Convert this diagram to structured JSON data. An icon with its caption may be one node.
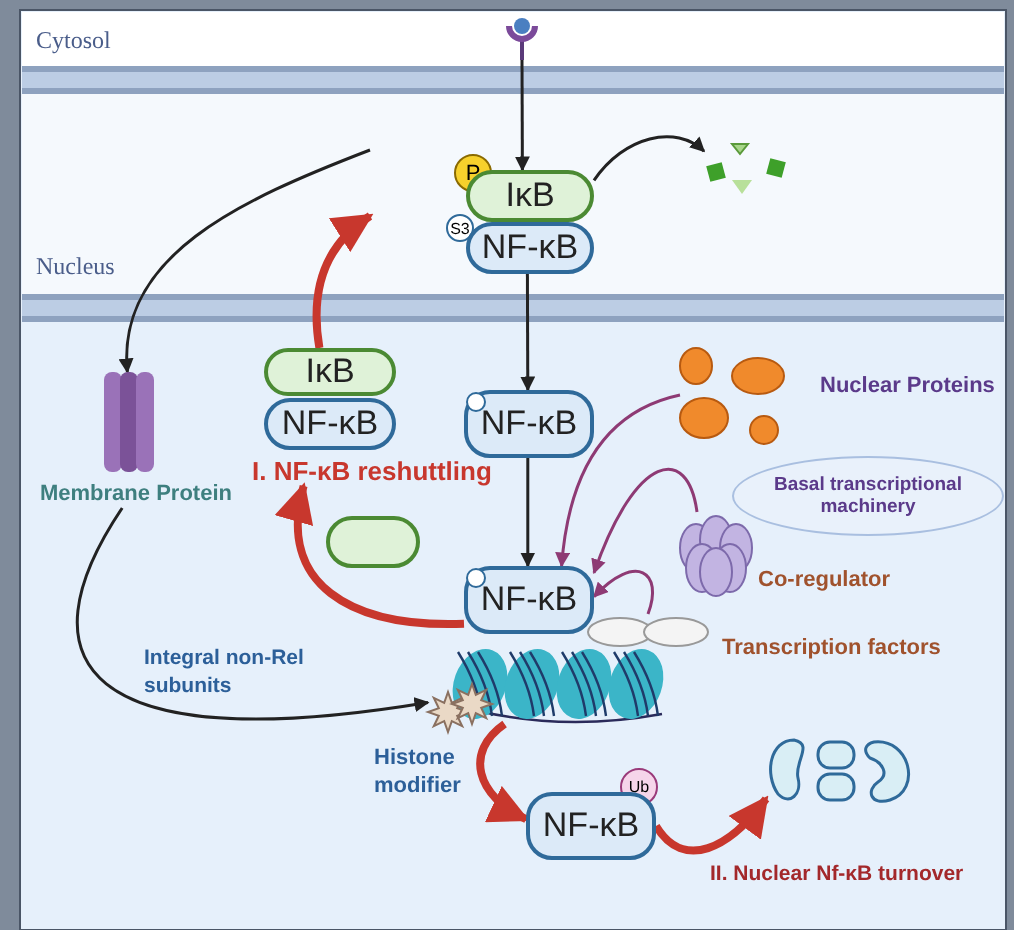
{
  "diagram": {
    "nodes": [
      {
        "text": [],
        "shape": "picture"
      },
      {
        "text": [
          "P"
        ]
      },
      {
        "text": [
          "IκB"
        ]
      },
      {
        "text": [
          "S3"
        ]
      },
      {
        "text": [
          "NF-κB"
        ]
      },
      {
        "text": [],
        "shape": "picture"
      },
      {
        "text": [],
        "shape": "picture",
        "beside": [
          "Membrane Protein"
        ]
      },
      {
        "text": [
          "IκB"
        ]
      },
      {
        "text": [
          "NF-κB"
        ],
        "beside": [
          "I. NF-κB reshuttling"
        ]
      },
      {
        "text": [],
        "shape": "box"
      },
      {
        "text": [
          "NF-κB"
        ]
      },
      {
        "text": [
          "NF-κB"
        ]
      },
      {
        "text": [],
        "shape": "picture",
        "beside": [
          "Nuclear Proteins"
        ]
      },
      {
        "text": [
          "Basal transcriptional machinery"
        ]
      },
      {
        "text": [],
        "shape": "picture",
        "beside": [
          "Co-regulator"
        ]
      },
      {
        "text": [],
        "shape": "picture"
      },
      {
        "text": [],
        "shape": "ellipse",
        "beside": [
          "Transcription factors"
        ]
      },
      {
        "text": [],
        "shape": "picture",
        "beside": [
          "Histone modifier"
        ]
      },
      {
        "text": [
          "Ub"
        ]
      },
      {
        "text": [
          "NF-κB"
        ]
      },
      {
        "text": [],
        "shape": "picture"
      }
    ],
    "edges": [
      {
        "from": 0,
        "to": 2,
        "arrow": "to"
      },
      {
        "from": 2,
        "to": 5,
        "arrow": "to"
      },
      {
        "from": null,
        "to": 6,
        "arrow": "to"
      },
      {
        "from": 6,
        "to": 17,
        "arrow": "to",
        "label": "Integral non-Rel subunits"
      },
      {
        "from": 7,
        "to": null,
        "arrow": "to",
        "style": "thick",
        "color": "#c8372d"
      },
      {
        "from": 4,
        "to": 10,
        "arrow": "to"
      },
      {
        "from": 10,
        "to": 11,
        "arrow": "to"
      },
      {
        "from": 12,
        "to": 11,
        "arrow": "to",
        "color": "#8e3a74"
      },
      {
        "from": 14,
        "to": 11,
        "arrow": "to",
        "color": "#8e3a74"
      },
      {
        "from": 16,
        "to": 11,
        "arrow": "to",
        "color": "#8e3a74"
      },
      {
        "from": 11,
        "to": 8,
        "arrow": "to",
        "style": "thick",
        "color": "#c8372d"
      },
      {
        "from": 15,
        "to": 19,
        "arrow": "to",
        "style": "thick",
        "color": "#c8372d"
      },
      {
        "from": 19,
        "to": 20,
        "arrow": "to",
        "style": "thick",
        "color": "#c8372d",
        "label": "II. Nuclear Nf-κB turnover"
      }
    ],
    "labels": [
      "Cytosol",
      "Nucleus"
    ]
  }
}
